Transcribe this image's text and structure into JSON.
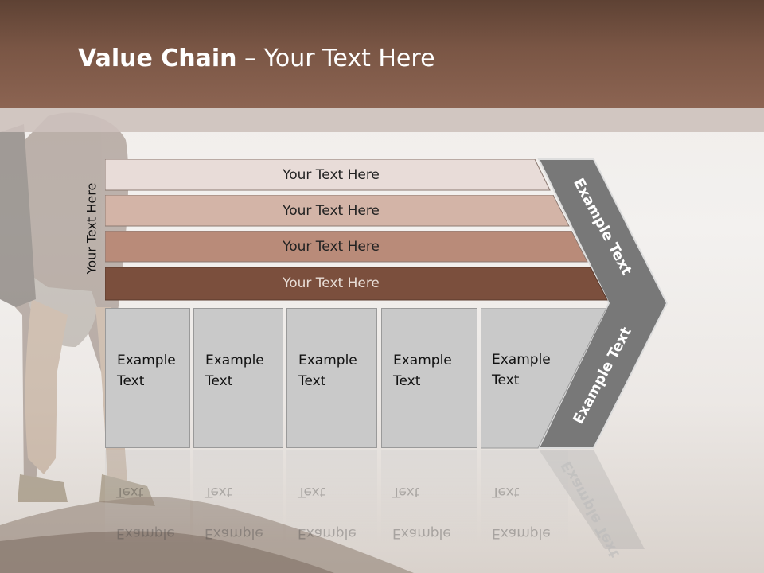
{
  "title": {
    "bold": "Value Chain",
    "rest": " – Your Text Here"
  },
  "side_label": "Your Text Here",
  "bars": [
    {
      "label": "Your Text Here",
      "color": "#e8dcd8"
    },
    {
      "label": "Your Text Here",
      "color": "#d3b4a7"
    },
    {
      "label": "Your Text Here",
      "color": "#b98b79"
    },
    {
      "label": "Your Text Here",
      "color": "#7b4f3d"
    }
  ],
  "boxes": [
    {
      "line1": "Example",
      "line2": "Text"
    },
    {
      "line1": "Example",
      "line2": "Text"
    },
    {
      "line1": "Example",
      "line2": "Text"
    },
    {
      "line1": "Example",
      "line2": "Text"
    },
    {
      "line1": "Example",
      "line2": "Text"
    }
  ],
  "chevron": {
    "top_label": "Example Text",
    "bottom_label": "Example Text",
    "color": "#777777"
  },
  "colors": {
    "header": "#7a5645",
    "box": "#c9c9c9"
  }
}
